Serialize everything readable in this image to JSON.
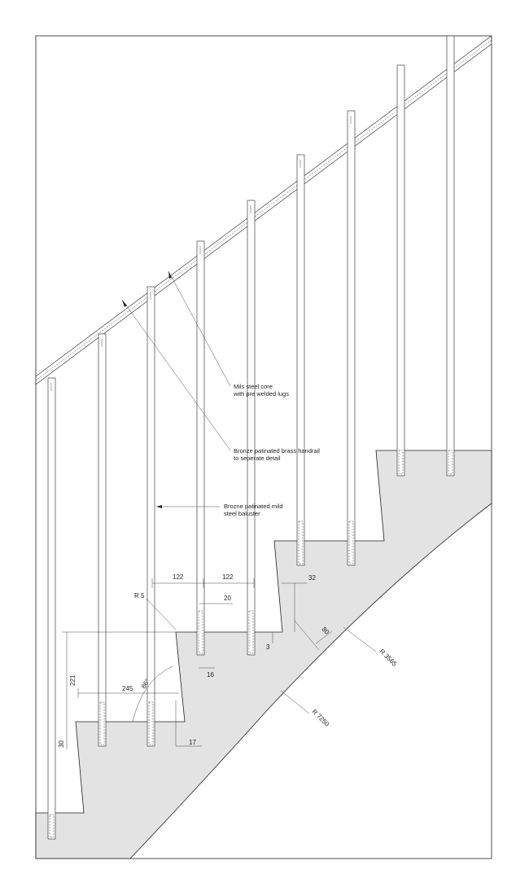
{
  "notes": {
    "core_line1": "Mils steel core",
    "core_line2": "with pre welded lugs",
    "handrail_line1": "Bronze patinated brass handrail",
    "handrail_line2": "to seperate detail",
    "baluster_line1": "Brozne patinated mild",
    "baluster_line2": "steel baluster"
  },
  "dimensions": {
    "going_a": "122",
    "going_b": "122",
    "radius_small": "R 5",
    "gap_20": "20",
    "nosing_32": "32",
    "depth_80": "80",
    "radius_3565": "R 3565",
    "gap_3": "3",
    "width_16": "16",
    "rise_221": "221",
    "span_245": "245",
    "angle_86": "86°",
    "thick_30": "30",
    "radius_7250": "R 7250",
    "width_17": "17"
  }
}
